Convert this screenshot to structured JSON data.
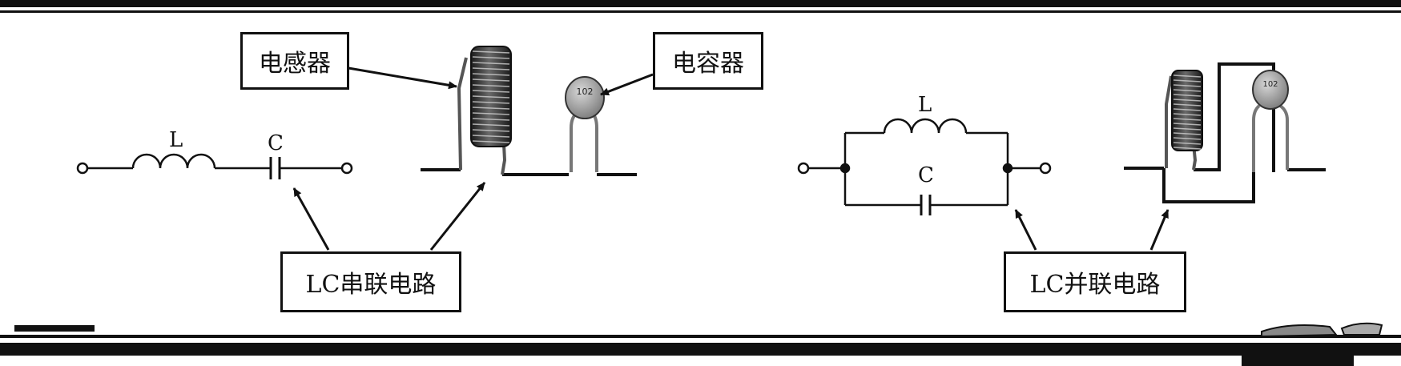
{
  "labels": {
    "inductor": "电感器",
    "capacitor": "电容器",
    "series_circuit": "LC串联电路",
    "parallel_circuit": "LC并联电路"
  },
  "symbols": {
    "series_L": "L",
    "series_C": "C",
    "parallel_L": "L",
    "parallel_C": "C"
  },
  "component_marking": {
    "capacitor_code": "102"
  },
  "colors": {
    "ink": "#111111",
    "coil": "#3a3a3a",
    "capacitor_body": "#9a9a9a"
  }
}
